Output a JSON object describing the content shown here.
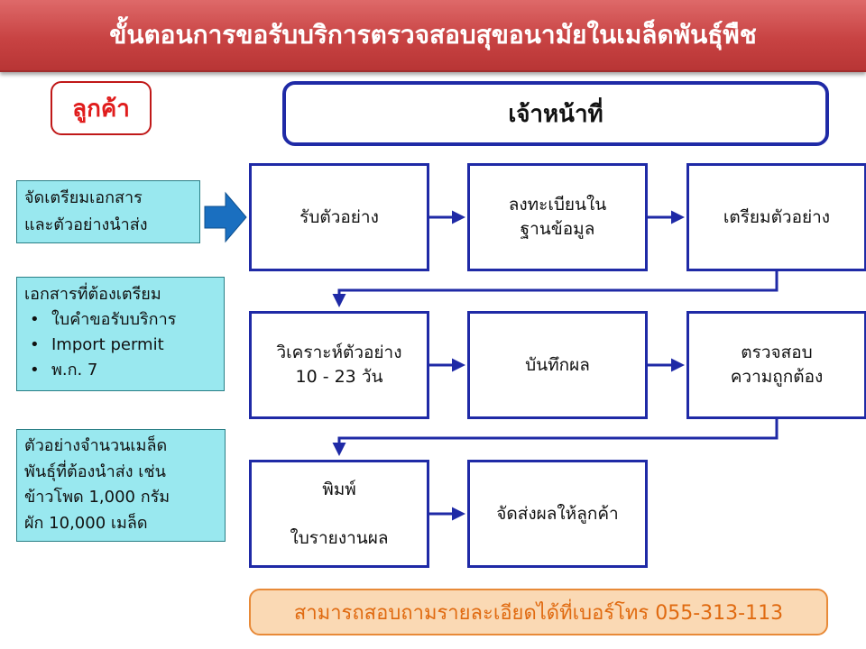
{
  "title": "ขั้นตอนการขอรับบริการตรวจสอบสุขอนามัยในเมล็ดพันธุ์พืช",
  "lanes": {
    "customer": "ลูกค้า",
    "officer": "เจ้าหน้าที่"
  },
  "customer_notes": {
    "prepare": "จัดเตรียมเอกสาร\nและตัวอย่างนำส่ง",
    "documents_heading": "เอกสารที่ต้องเตรียม",
    "documents": [
      "ใบคำขอรับบริการ",
      "Import permit",
      "พ.ก. 7"
    ],
    "sample_amount": "ตัวอย่างจำนวนเมล็ด\nพันธุ์ที่ต้องนำส่ง เช่น\nข้าวโพด 1,000 กรัม\nผัก 10,000 เมล็ด"
  },
  "steps": {
    "s1": "รับตัวอย่าง",
    "s2": "ลงทะเบียนใน\nฐานข้อมูล",
    "s3": "เตรียมตัวอย่าง",
    "s4": "วิเคราะห์ตัวอย่าง\n10 - 23 วัน",
    "s5": "บันทึกผล",
    "s6": "ตรวจสอบ\nความถูกต้อง",
    "s7": "พิมพ์\n\nใบรายงานผล",
    "s8": "จัดส่งผลให้ลูกค้า"
  },
  "footer": "สามารถสอบถามรายละเอียดได้ที่เบอร์โทร 055-313-113",
  "colors": {
    "banner": "#c84343",
    "customer_accent": "#e01c1c",
    "step_border": "#1f2aa6",
    "note_fill": "#99e8ef",
    "entry_arrow": "#1a6fc0",
    "footer_fill": "#fad9b4",
    "footer_text": "#e06a10"
  }
}
